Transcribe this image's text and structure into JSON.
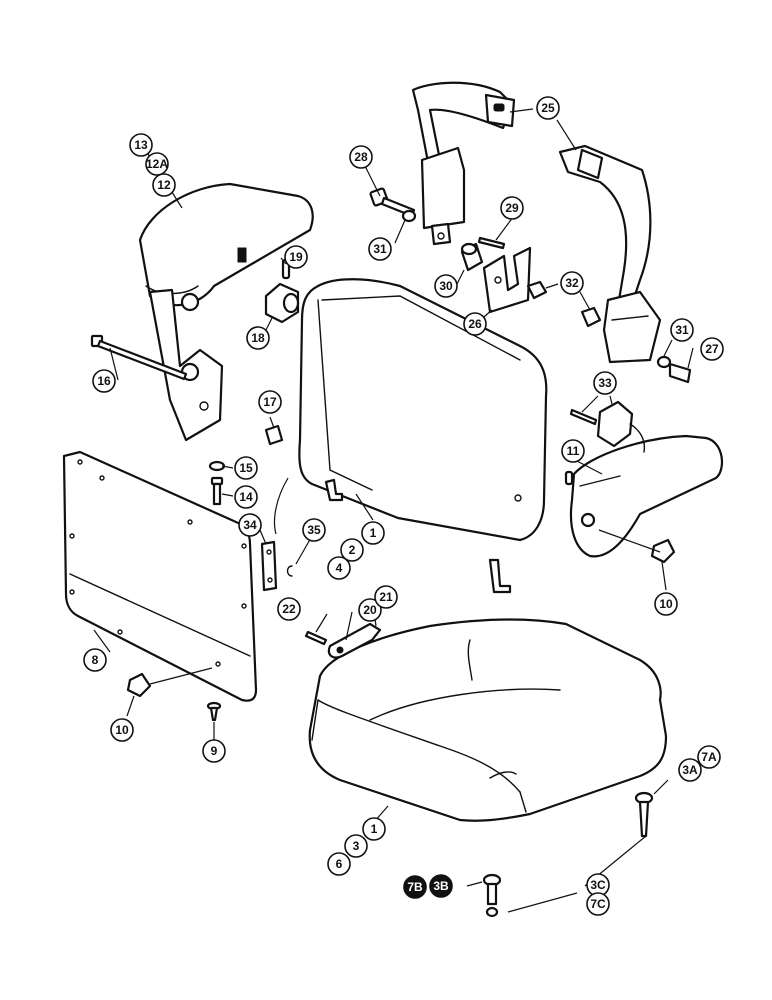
{
  "callouts": [
    {
      "id": "c13",
      "label": "13"
    },
    {
      "id": "c12A",
      "label": "12A"
    },
    {
      "id": "c12",
      "label": "12"
    },
    {
      "id": "c28",
      "label": "28"
    },
    {
      "id": "c31a",
      "label": "31"
    },
    {
      "id": "c25",
      "label": "25"
    },
    {
      "id": "c29",
      "label": "29"
    },
    {
      "id": "c30",
      "label": "30"
    },
    {
      "id": "c26",
      "label": "26"
    },
    {
      "id": "c32",
      "label": "32"
    },
    {
      "id": "c19",
      "label": "19"
    },
    {
      "id": "c18",
      "label": "18"
    },
    {
      "id": "c16",
      "label": "16"
    },
    {
      "id": "c17",
      "label": "17"
    },
    {
      "id": "c15",
      "label": "15"
    },
    {
      "id": "c14",
      "label": "14"
    },
    {
      "id": "c31b",
      "label": "31"
    },
    {
      "id": "c27",
      "label": "27"
    },
    {
      "id": "c33",
      "label": "33"
    },
    {
      "id": "c11",
      "label": "11"
    },
    {
      "id": "c34",
      "label": "34"
    },
    {
      "id": "c35",
      "label": "35"
    },
    {
      "id": "c1a",
      "label": "1"
    },
    {
      "id": "c2",
      "label": "2"
    },
    {
      "id": "c4",
      "label": "4"
    },
    {
      "id": "c10a",
      "label": "10"
    },
    {
      "id": "c8",
      "label": "8"
    },
    {
      "id": "c22",
      "label": "22"
    },
    {
      "id": "c20",
      "label": "20"
    },
    {
      "id": "c21",
      "label": "21"
    },
    {
      "id": "c10b",
      "label": "10"
    },
    {
      "id": "c9",
      "label": "9"
    },
    {
      "id": "c7A",
      "label": "7A"
    },
    {
      "id": "c3A",
      "label": "3A"
    },
    {
      "id": "c1b",
      "label": "1"
    },
    {
      "id": "c3",
      "label": "3"
    },
    {
      "id": "c6",
      "label": "6"
    },
    {
      "id": "c7B",
      "label": "7B"
    },
    {
      "id": "c3B",
      "label": "3B"
    },
    {
      "id": "c3C",
      "label": "3C"
    },
    {
      "id": "c7C",
      "label": "7C"
    }
  ]
}
